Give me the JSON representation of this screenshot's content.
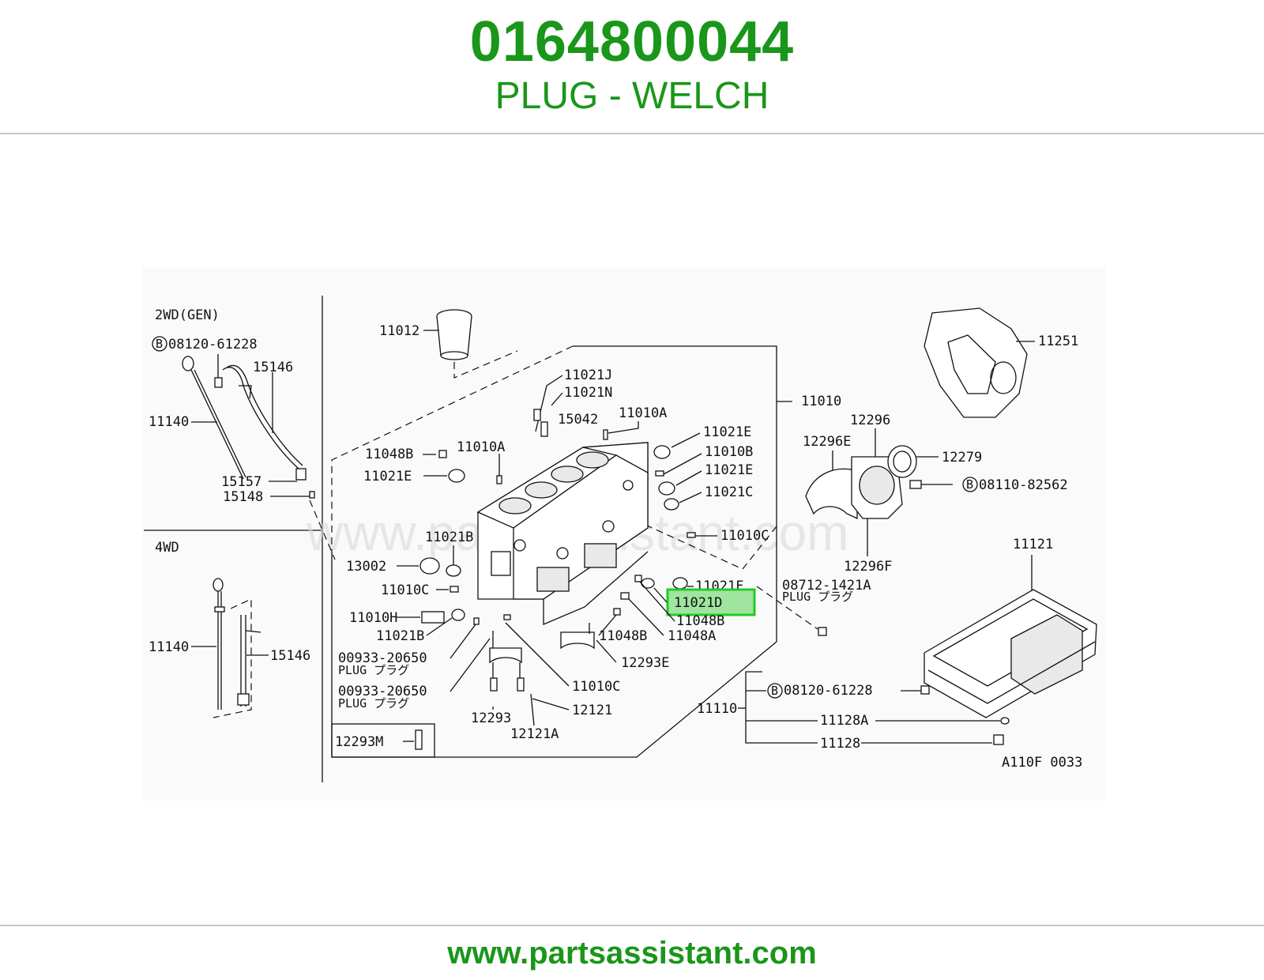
{
  "header": {
    "part_number": "0164800044",
    "part_name": "PLUG - WELCH"
  },
  "footer": {
    "url": "www.partsassistant.com"
  },
  "diagram": {
    "watermark": "www.partsassistant.com",
    "code": "A110F 0033",
    "highlight_label": "11021D",
    "section_labels": {
      "gen": "2WD(GEN)",
      "fwd": "4WD"
    },
    "labels": {
      "l08120_61228_top": "08120-61228",
      "l15146_top": "15146",
      "l11140_top": "11140",
      "l15157": "15157",
      "l15148": "15148",
      "l11140_bottom": "11140",
      "l15146_bottom": "15146",
      "l11012": "11012",
      "l11010": "11010",
      "l11021J": "11021J",
      "l11021N": "11021N",
      "l15042": "15042",
      "l11010A_right": "11010A",
      "l11010A_left": "11010A",
      "l11048B_left": "11048B",
      "l11021E_left": "11021E",
      "l11021E_r1": "11021E",
      "l11010B": "11010B",
      "l11021E_r2": "11021E",
      "l11021C": "11021C",
      "l11010C_right": "11010C",
      "l11021F": "11021F",
      "l11021B_top": "11021B",
      "l13002": "13002",
      "l11010C_left": "11010C",
      "l11010H": "11010H",
      "l11021B_bottom": "11021B",
      "l00933_1": "00933-20650",
      "l_plug_1": "PLUG プラグ",
      "l00933_2": "00933-20650",
      "l_plug_2": "PLUG プラグ",
      "l12293": "12293",
      "l12121A": "12121A",
      "l12121": "12121",
      "l11010C_bottom": "11010C",
      "l11048B_mid": "11048B",
      "l11048B_right": "11048B",
      "l11048A": "11048A",
      "l12293E": "12293E",
      "l12293M": "12293M",
      "l11251": "11251",
      "l12296": "12296",
      "l12296E": "12296E",
      "l12279": "12279",
      "l08110_82562": "08110-82562",
      "l12296F": "12296F",
      "l08712_1421A": "08712-1421A",
      "l_plug_3": "PLUG プラグ",
      "l11121": "11121",
      "l11110": "11110",
      "l08120_61228_bottom": "08120-61228",
      "l11128A": "11128A",
      "l11128": "11128",
      "bolt_mark": "B"
    }
  },
  "colors": {
    "brand_green": "#1a961a",
    "highlight_fill": "#9fe59f",
    "highlight_border": "#22cc22",
    "rule": "#c8c8c8"
  }
}
